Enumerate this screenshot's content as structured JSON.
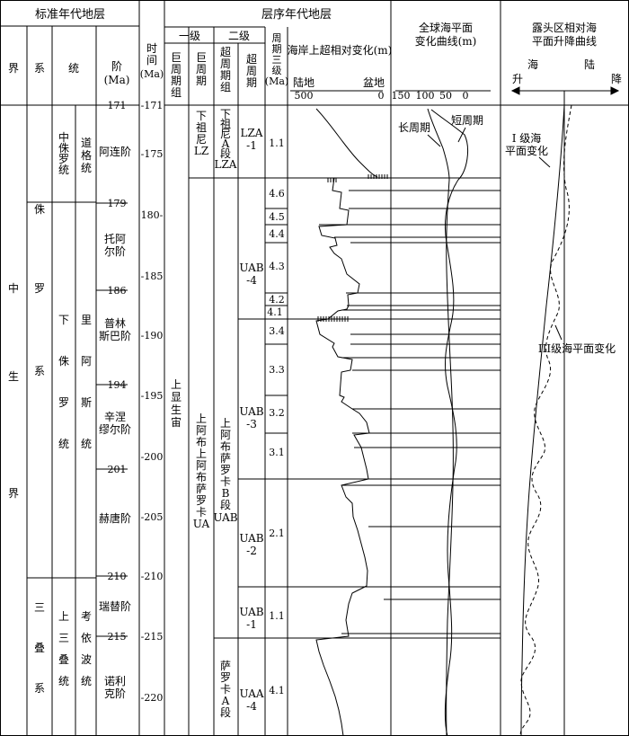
{
  "header": {
    "standard": "标准年代地层",
    "sequence": "层序年代地层",
    "time": [
      "时",
      "间",
      "(Ma)"
    ],
    "level1": "一级",
    "level2": "二级",
    "mega": [
      "巨",
      "周",
      "期",
      "组"
    ],
    "mega_cycle": [
      "巨",
      "周",
      "期"
    ],
    "super_cycle": [
      "超",
      "周",
      "期",
      "组"
    ],
    "super": [
      "超",
      "周",
      "期"
    ],
    "third": [
      "周",
      "期",
      "三",
      "级",
      "(Ma)"
    ],
    "erathem": "界",
    "system": "系",
    "series": "统",
    "stage": [
      "阶",
      "(Ma)"
    ],
    "onlap_title": "海岸上超相对变化(m)",
    "onlap_land": "陆地",
    "onlap_basin": "盆地",
    "onlap_ticks": [
      "500",
      "0"
    ],
    "global_title": [
      "全球海平面",
      "变化曲线(m)"
    ],
    "global_ticks": [
      "150",
      "100",
      "50",
      "0"
    ],
    "outcrop_title": [
      "露头区相对海",
      "平面升降曲线"
    ],
    "sea": "海",
    "land": "陆",
    "rise": "升",
    "fall": "降"
  },
  "left": {
    "erathem": [
      "中",
      "生",
      "界"
    ],
    "jurassic": [
      "侏",
      "罗",
      "系"
    ],
    "triassic": [
      "三",
      "叠",
      "系"
    ],
    "middle_jurassic": [
      "中",
      "侏",
      "罗",
      "统"
    ],
    "dogger": [
      "道",
      "格",
      "统"
    ],
    "lower_jurassic": [
      "下",
      "侏",
      "罗",
      "统"
    ],
    "lias": [
      "里",
      "阿",
      "斯",
      "统"
    ],
    "upper_triassic": [
      "上",
      "三",
      "叠",
      "统"
    ],
    "keuper": [
      "考",
      "依",
      "波",
      "统"
    ],
    "stages": [
      {
        "lines": [
          "阿连阶"
        ]
      },
      {
        "lines": [
          "托阿",
          "尔阶"
        ]
      },
      {
        "lines": [
          "普林",
          "斯巴阶"
        ]
      },
      {
        "lines": [
          "辛涅",
          "缪尔阶"
        ]
      },
      {
        "lines": [
          "赫唐阶"
        ]
      },
      {
        "lines": [
          "瑞替阶"
        ]
      },
      {
        "lines": [
          "诺利",
          "克阶"
        ]
      }
    ],
    "boundaries": [
      "171",
      "179",
      "186",
      "194",
      "201",
      "210",
      "215"
    ]
  },
  "time_axis": {
    "ticks": [
      "-171",
      "-175",
      "180-",
      "-185",
      "-190",
      "-195",
      "-200",
      "-205",
      "-210",
      "-215",
      "-220"
    ],
    "ylim": [
      171,
      222
    ]
  },
  "sequence": {
    "eon": [
      "上",
      "显",
      "生",
      "宙"
    ],
    "mega_lz": [
      "下",
      "祖",
      "尼",
      "LZ"
    ],
    "mega_ua": [
      "上",
      "阿",
      "布",
      "上",
      "阿",
      "布",
      "萨",
      "罗",
      "卡",
      "UA"
    ],
    "super_lza": [
      "下",
      "祖",
      "尼",
      "A",
      "段",
      "LZA"
    ],
    "super_uab": [
      "上",
      "阿",
      "布",
      "萨",
      "罗",
      "卡",
      "B",
      "段",
      "UAB"
    ],
    "super_uaa": [
      "萨",
      "罗",
      "卡",
      "A",
      "段"
    ],
    "codes": [
      {
        "lines": [
          "LZA",
          "-1"
        ]
      },
      {
        "lines": [
          "UAB",
          "-4"
        ]
      },
      {
        "lines": [
          "UAB",
          "-3"
        ]
      },
      {
        "lines": [
          "UAB",
          "-2"
        ]
      },
      {
        "lines": [
          "UAB",
          "-1"
        ]
      },
      {
        "lines": [
          "UAA",
          "-4"
        ]
      }
    ],
    "cycles": [
      "1.1",
      "4.6",
      "4.5",
      "4.4",
      "4.3",
      "4.2",
      "4.1",
      "3.4",
      "3.3",
      "3.2",
      "3.1",
      "2.1",
      "1.1",
      "4.1"
    ]
  },
  "annotations": {
    "long_period": "长周期",
    "short_period": "短周期",
    "level1_change": [
      "I 级海",
      "平面变化"
    ],
    "level3_change": "III级海平面变化"
  }
}
